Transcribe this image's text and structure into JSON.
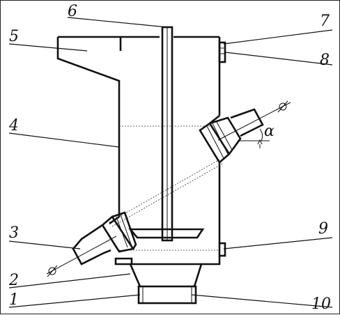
{
  "diagram": {
    "part_labels": [
      "1",
      "2",
      "3",
      "4",
      "5",
      "6",
      "7",
      "8",
      "9",
      "10"
    ],
    "angle_symbol": "α",
    "diameter_symbol": "⌀"
  }
}
